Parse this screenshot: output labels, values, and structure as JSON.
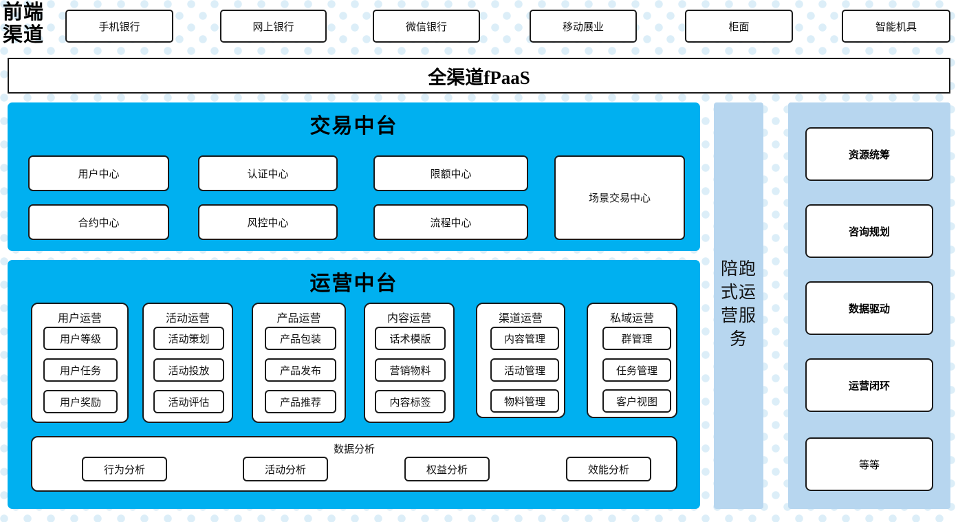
{
  "frontend": {
    "label": "前端\n渠道",
    "label_line1": "前端",
    "label_line2": "渠道",
    "channels": [
      {
        "label": "手机银行"
      },
      {
        "label": "网上银行"
      },
      {
        "label": "微信银行"
      },
      {
        "label": "移动展业"
      },
      {
        "label": "柜面"
      },
      {
        "label": "智能机具"
      }
    ]
  },
  "fpaas": {
    "label": "全渠道fPaaS"
  },
  "trade_platform": {
    "title": "交易中台",
    "color": "#00b0f0",
    "items": [
      {
        "label": "用户中心"
      },
      {
        "label": "认证中心"
      },
      {
        "label": "限额中心"
      },
      {
        "label": "合约中心"
      },
      {
        "label": "风控中心"
      },
      {
        "label": "流程中心"
      }
    ],
    "tall_item": {
      "label": "场景交易中心"
    }
  },
  "operation_platform": {
    "title": "运营中台",
    "color": "#00b0f0",
    "groups": [
      {
        "title": "用户运营",
        "items": [
          "用户等级",
          "用户任务",
          "用户奖励"
        ]
      },
      {
        "title": "活动运营",
        "items": [
          "活动策划",
          "活动投放",
          "活动评估"
        ]
      },
      {
        "title": "产品运营",
        "items": [
          "产品包装",
          "产品发布",
          "产品推荐"
        ]
      },
      {
        "title": "内容运营",
        "items": [
          "话术模版",
          "营销物料",
          "内容标签"
        ]
      },
      {
        "title": "渠道运营",
        "items": [
          "内容管理",
          "活动管理",
          "物料管理"
        ]
      },
      {
        "title": "私域运营",
        "items": [
          "群管理",
          "任务管理",
          "客户视图"
        ]
      }
    ],
    "data_analysis": {
      "title": "数据分析",
      "items": [
        "行为分析",
        "活动分析",
        "权益分析",
        "效能分析"
      ]
    }
  },
  "escort_service": {
    "title": "陪跑式运营服务",
    "line1": "陪跑",
    "line2": "式运",
    "line3": "营服",
    "line4": "务",
    "color": "#b7d6ef"
  },
  "service_panel": {
    "color": "#b7d6ef",
    "items": [
      {
        "label": "资源统筹",
        "bold": true
      },
      {
        "label": "咨询规划",
        "bold": true
      },
      {
        "label": "数据驱动",
        "bold": true
      },
      {
        "label": "运营闭环",
        "bold": true
      },
      {
        "label": "等等",
        "bold": false
      }
    ]
  }
}
